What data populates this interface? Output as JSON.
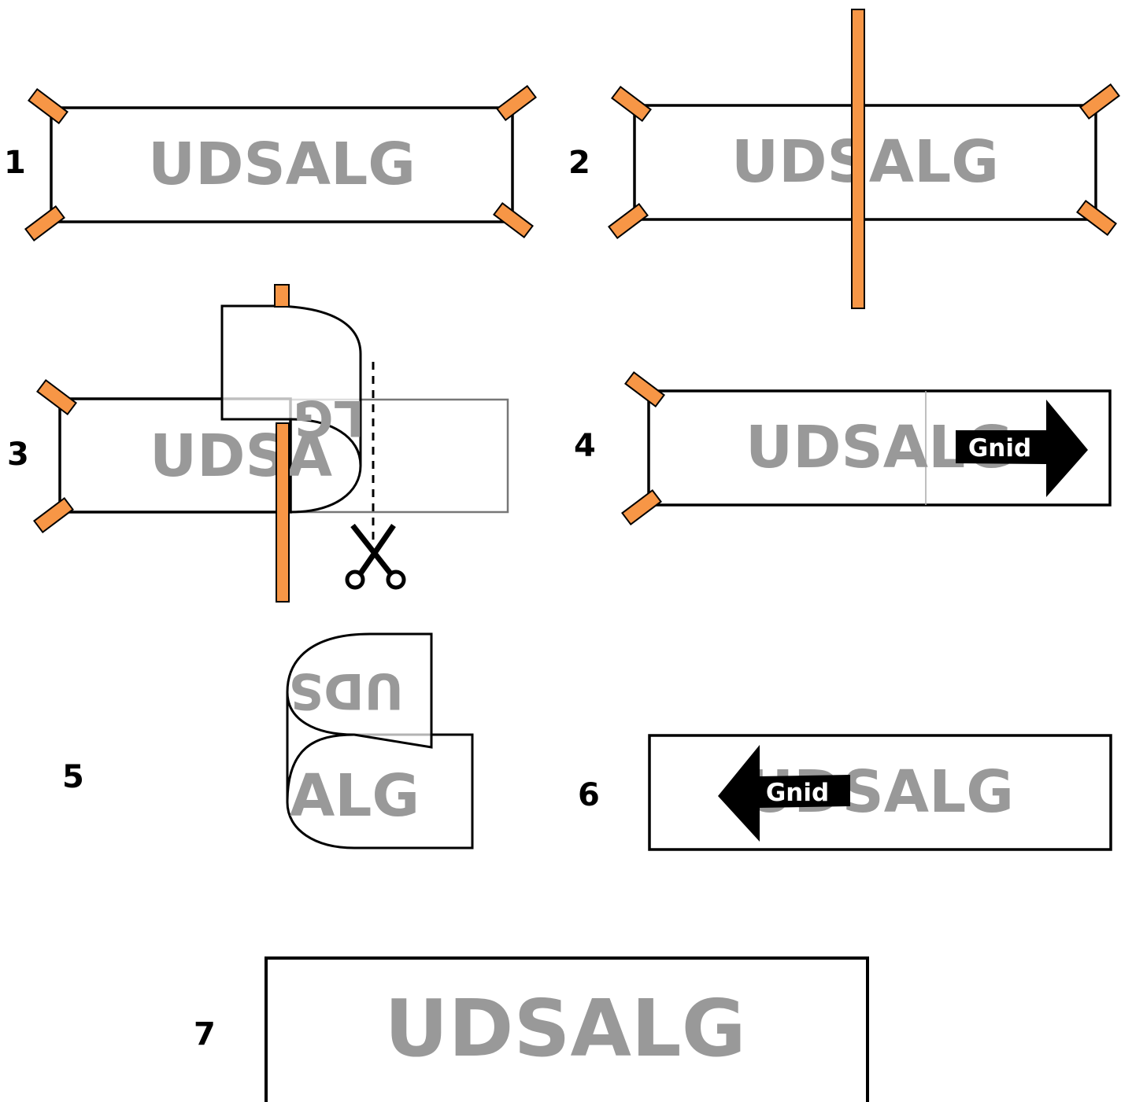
{
  "colors": {
    "tape": "#f79646",
    "sign_text": "#999999",
    "outline": "#000000",
    "arrow": "#000000",
    "arrow_text": "#ffffff",
    "background": "#ffffff"
  },
  "steps": [
    {
      "number": "1",
      "text": "UDSALG"
    },
    {
      "number": "2",
      "text": "UDSALG"
    },
    {
      "number": "3",
      "text": "UDSA",
      "flap_text": "LG"
    },
    {
      "number": "4",
      "text": "UDSALG",
      "arrow_label": "Gnid",
      "arrow_direction": "right"
    },
    {
      "number": "5",
      "text": "ALG",
      "flap_text": "UDS"
    },
    {
      "number": "6",
      "text": "UDSALG",
      "arrow_label": "Gnid",
      "arrow_direction": "left"
    },
    {
      "number": "7",
      "text": "UDSALG"
    }
  ],
  "icons": [
    "masking-tape-icon",
    "scissors-icon",
    "arrow-right-icon",
    "arrow-left-icon"
  ]
}
